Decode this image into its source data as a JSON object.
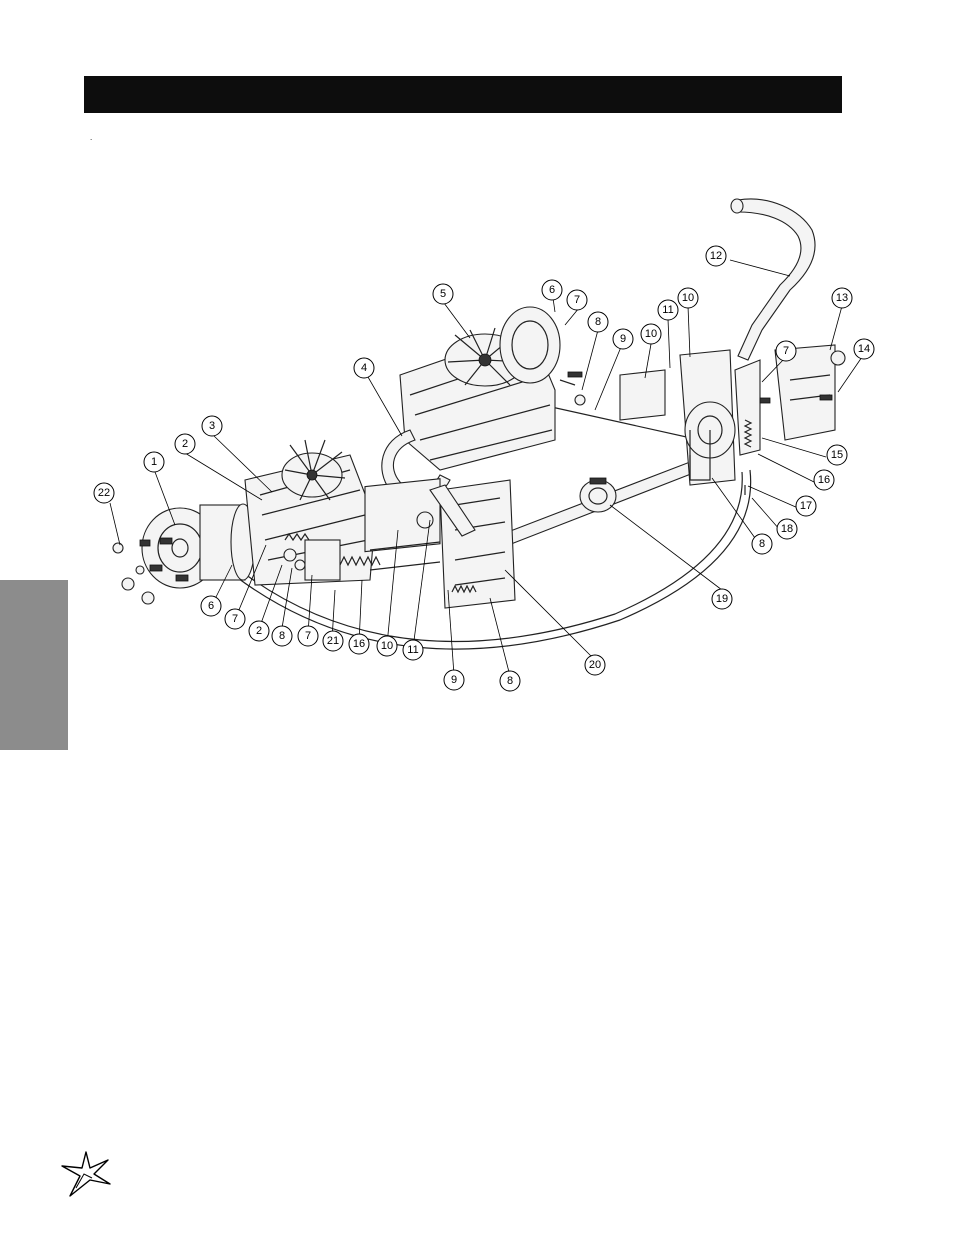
{
  "page": {
    "title_bar_text": "",
    "note_mark": "."
  },
  "diagram": {
    "callouts": [
      "1",
      "2",
      "3",
      "4",
      "5",
      "6",
      "7",
      "8",
      "9",
      "10",
      "11",
      "12",
      "13",
      "14",
      "15",
      "16",
      "17",
      "18",
      "19",
      "20",
      "21",
      "22"
    ]
  },
  "icons": {
    "logo": "starburst-logo-icon"
  }
}
